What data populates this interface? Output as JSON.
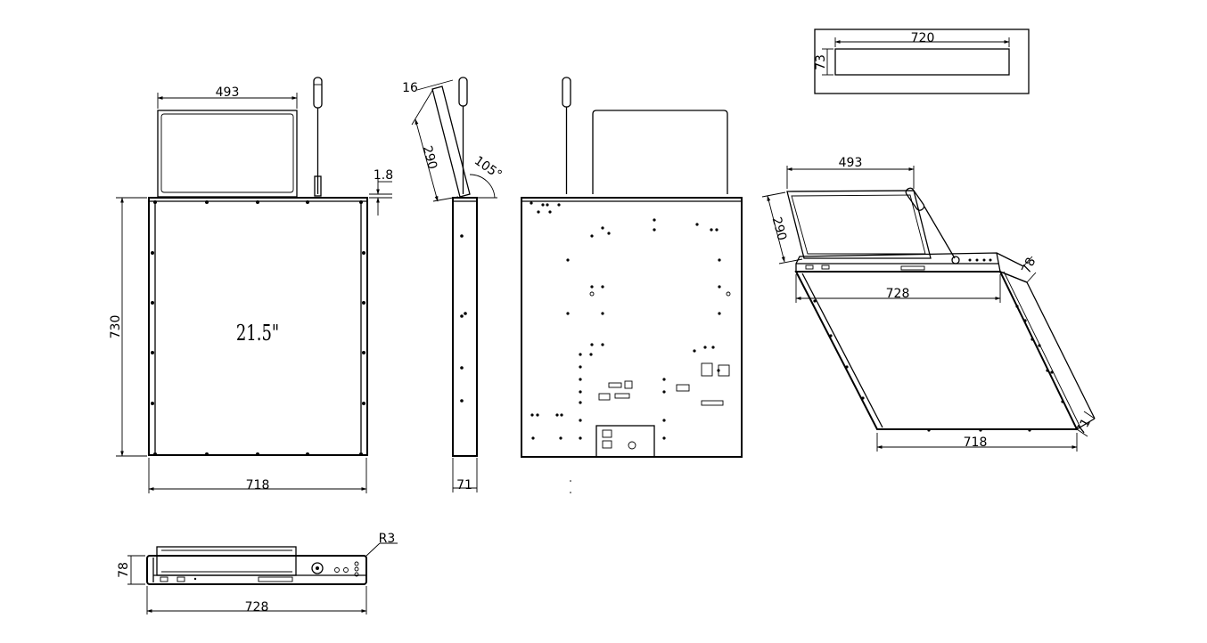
{
  "front_view": {
    "screen_width": "493",
    "height": "730",
    "width": "718",
    "protrusion": "1.8",
    "screen_size": "21.5\""
  },
  "side_view": {
    "thickness": "16",
    "screen_height": "290",
    "angle": "105°",
    "depth": "71"
  },
  "top_inset": {
    "width": "720",
    "height": "73"
  },
  "iso_view": {
    "screen_width": "493",
    "screen_height": "290",
    "panel_width": "728",
    "panel_height": "78",
    "base_width": "718",
    "base_height": "71"
  },
  "bottom_view": {
    "height": "78",
    "width": "728",
    "radius": "R3"
  }
}
